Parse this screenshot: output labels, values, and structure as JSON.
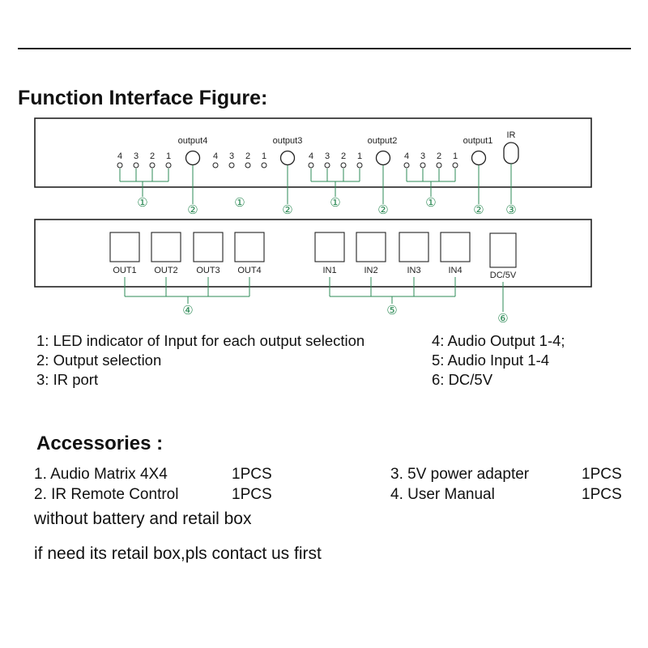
{
  "heading": "Function Interface Figure:",
  "front_panel": {
    "output_labels": [
      "output4",
      "output3",
      "output2",
      "output1"
    ],
    "ir_label": "IR",
    "led_numbers": [
      "4",
      "3",
      "2",
      "1"
    ],
    "callouts": [
      "①",
      "②",
      "③"
    ]
  },
  "rear_panel": {
    "out_ports": [
      "OUT1",
      "OUT2",
      "OUT3",
      "OUT4"
    ],
    "in_ports": [
      "IN1",
      "IN2",
      "IN3",
      "IN4"
    ],
    "power_label": "DC/5V",
    "callouts": [
      "④",
      "⑤",
      "⑥"
    ]
  },
  "legend": {
    "left": [
      "1: LED indicator of Input for each output selection",
      "2: Output selection",
      "3: IR port"
    ],
    "right": [
      "4:  Audio Output 1-4;",
      "5:  Audio Input 1-4",
      "6:  DC/5V"
    ]
  },
  "accessories": {
    "title": "Accessories :",
    "items": [
      {
        "name": "1. Audio Matrix 4X4",
        "qty": "1PCS"
      },
      {
        "name": "2. IR Remote Control",
        "qty": "1PCS"
      },
      {
        "name": "3. 5V power adapter",
        "qty": "1PCS"
      },
      {
        "name": "4. User Manual",
        "qty": "1PCS"
      }
    ]
  },
  "notes": [
    "without battery and retail box",
    "if need its retail box,pls contact us first"
  ],
  "colors": {
    "callout_green": "#2e8b57",
    "line": "#222222"
  }
}
